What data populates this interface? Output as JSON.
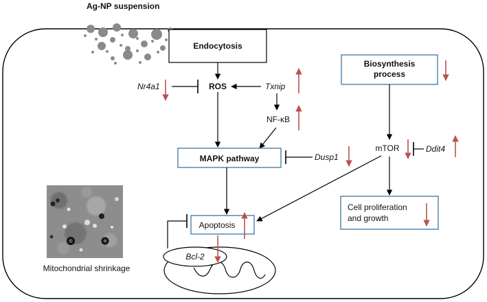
{
  "source_label": "Ag-NP suspension",
  "nodes": {
    "endocytosis": "Endocytosis",
    "ros": "ROS",
    "txnip": "Txnip",
    "nr4a1": "Nr4a1",
    "nfkb": "NF-κB",
    "mapk": "MAPK pathway",
    "dusp1": "Dusp1",
    "biosynthesis_line1": "Biosynthesis",
    "biosynthesis_line2": "process",
    "mtor": "mTOR",
    "ddit4": "Ddit4",
    "cell_prolif_line1": "Cell proliferation",
    "cell_prolif_line2": "and growth",
    "apoptosis": "Apoptosis",
    "bcl2": "Bcl-2"
  },
  "micrograph_caption": "Mitochondrial shrinkage",
  "colors": {
    "up_down_arrow": "#b85450",
    "box_border": "#4a7fa8",
    "line": "#000000"
  },
  "regulation": {
    "nr4a1": "down",
    "txnip": "up",
    "nfkb": "up",
    "dusp1": "down",
    "biosynthesis": "down",
    "mtor": "down",
    "ddit4": "up",
    "cell_prolif": "down",
    "apoptosis": "up",
    "bcl2": "down"
  }
}
